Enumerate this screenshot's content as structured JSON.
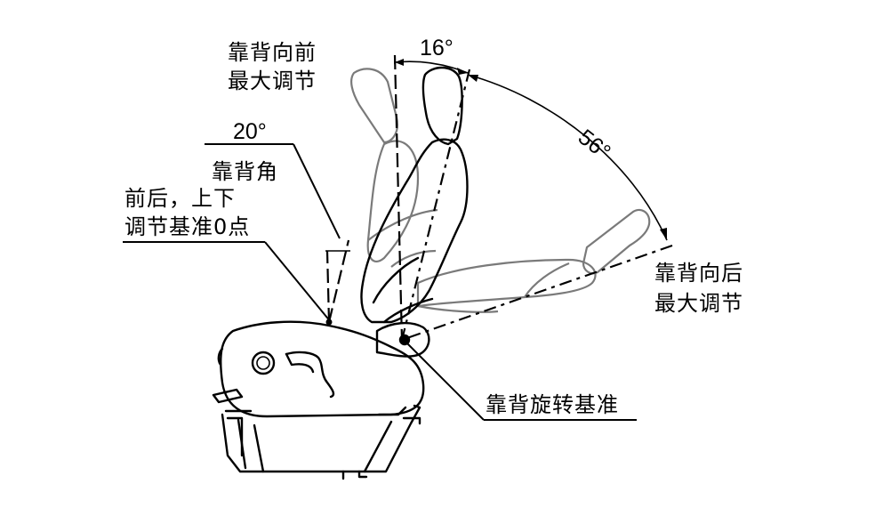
{
  "labels": {
    "forward_max_line1": "靠背向前",
    "forward_max_line2": "最大调节",
    "rear_max_line1": "靠背向后",
    "rear_max_line2": "最大调节",
    "angle_16": "16°",
    "angle_56": "56°",
    "angle_20": "20°",
    "backrest_angle": "靠背角",
    "reference_line1": "前后，上下",
    "reference_line2": "调节基准0点",
    "pivot_reference": "靠背旋转基准"
  },
  "colors": {
    "line": "#000000",
    "ghost_outline": "#7a7a7a",
    "background": "#ffffff"
  }
}
